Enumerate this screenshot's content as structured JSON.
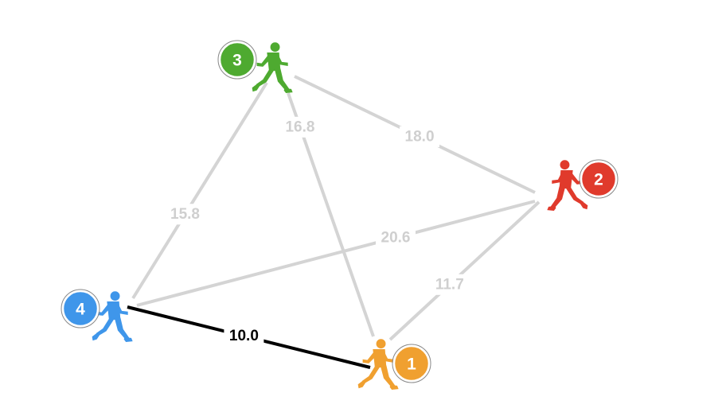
{
  "nodes": [
    {
      "id": "1",
      "label": "1",
      "color": "#f0a030",
      "icon": "runner-icon"
    },
    {
      "id": "2",
      "label": "2",
      "color": "#e03a2c",
      "icon": "runner-icon"
    },
    {
      "id": "3",
      "label": "3",
      "color": "#4eaa30",
      "icon": "runner-icon"
    },
    {
      "id": "4",
      "label": "4",
      "color": "#3f96ea",
      "icon": "runner-icon"
    }
  ],
  "edges": [
    {
      "from": "3",
      "to": "2",
      "label": "18.0",
      "highlighted": false
    },
    {
      "from": "3",
      "to": "1",
      "label": "16.8",
      "highlighted": false
    },
    {
      "from": "3",
      "to": "4",
      "label": "15.8",
      "highlighted": false
    },
    {
      "from": "4",
      "to": "2",
      "label": "20.6",
      "highlighted": false
    },
    {
      "from": "1",
      "to": "2",
      "label": "11.7",
      "highlighted": false
    },
    {
      "from": "4",
      "to": "1",
      "label": "10.0",
      "highlighted": true
    }
  ],
  "colors": {
    "edge": "#d4d4d4",
    "edge_label": "#cfcfcf",
    "highlight": "#000000"
  }
}
